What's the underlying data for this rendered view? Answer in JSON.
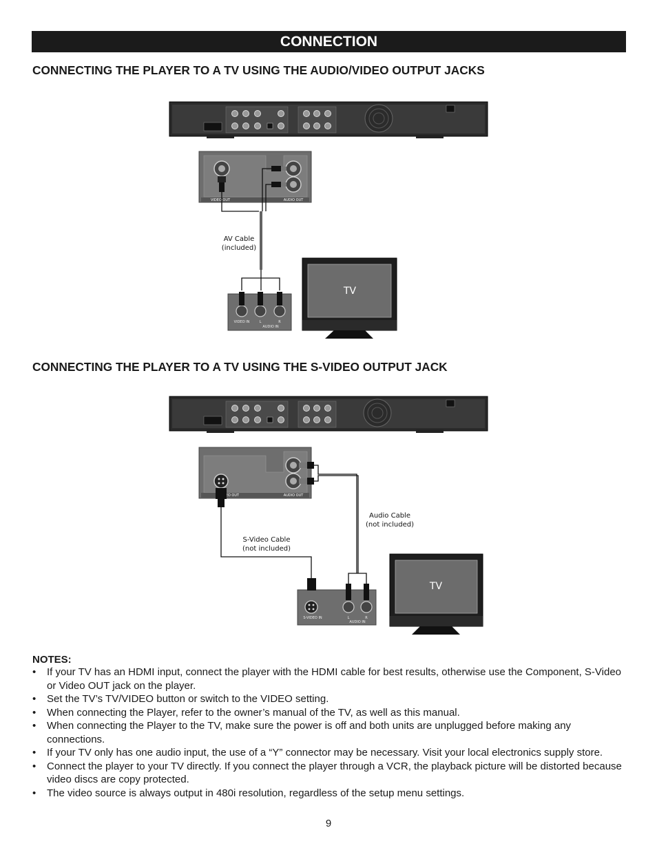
{
  "banner": {
    "title": "CONNECTION"
  },
  "sections": [
    {
      "heading": "CONNECTING THE PLAYER TO A TV USING THE AUDIO/VIDEO OUTPUT JACKS",
      "diagram": {
        "panel_labels": [
          "VIDEO OUT",
          "AUDIO OUT"
        ],
        "cable_label": [
          "AV Cable",
          "(included)"
        ],
        "tv_label": "TV",
        "tv_input_labels": [
          "VIDEO IN",
          "AUDIO IN"
        ],
        "channel_labels": [
          "L",
          "R"
        ]
      }
    },
    {
      "heading": "CONNECTING THE PLAYER TO A TV USING THE S-VIDEO OUTPUT JACK",
      "diagram": {
        "panel_labels": [
          "VIDEO OUT",
          "AUDIO OUT"
        ],
        "audio_cable_label": [
          "Audio Cable",
          "(not included)"
        ],
        "svideo_cable_label": [
          "S-Video Cable",
          "(not included)"
        ],
        "tv_label": "TV",
        "tv_input_labels": [
          "S-VIDEO IN",
          "AUDIO IN"
        ],
        "channel_labels": [
          "L",
          "R"
        ]
      }
    }
  ],
  "notes": {
    "title": "NOTES:",
    "items": [
      "If your TV has an HDMI input, connect the player with the HDMI cable for best results, otherwise use the Component, S-Video or Video OUT jack on the player.",
      "Set the TV’s TV/VIDEO button or switch to the VIDEO setting.",
      "When connecting the Player, refer to the owner’s manual of the TV, as well as this manual.",
      "When connecting the Player to the TV, make sure the power is off and both units are unplugged before making any connections.",
      "If your TV only has one audio input, the use of a “Y” connector may be necessary. Visit your local electronics supply store.",
      "Connect the player to your TV directly. If you connect the player through a VCR, the playback picture will be distorted because video discs are copy protected.",
      "The video source is always output in 480i resolution, regardless of the setup menu settings."
    ]
  },
  "page_number": "9"
}
